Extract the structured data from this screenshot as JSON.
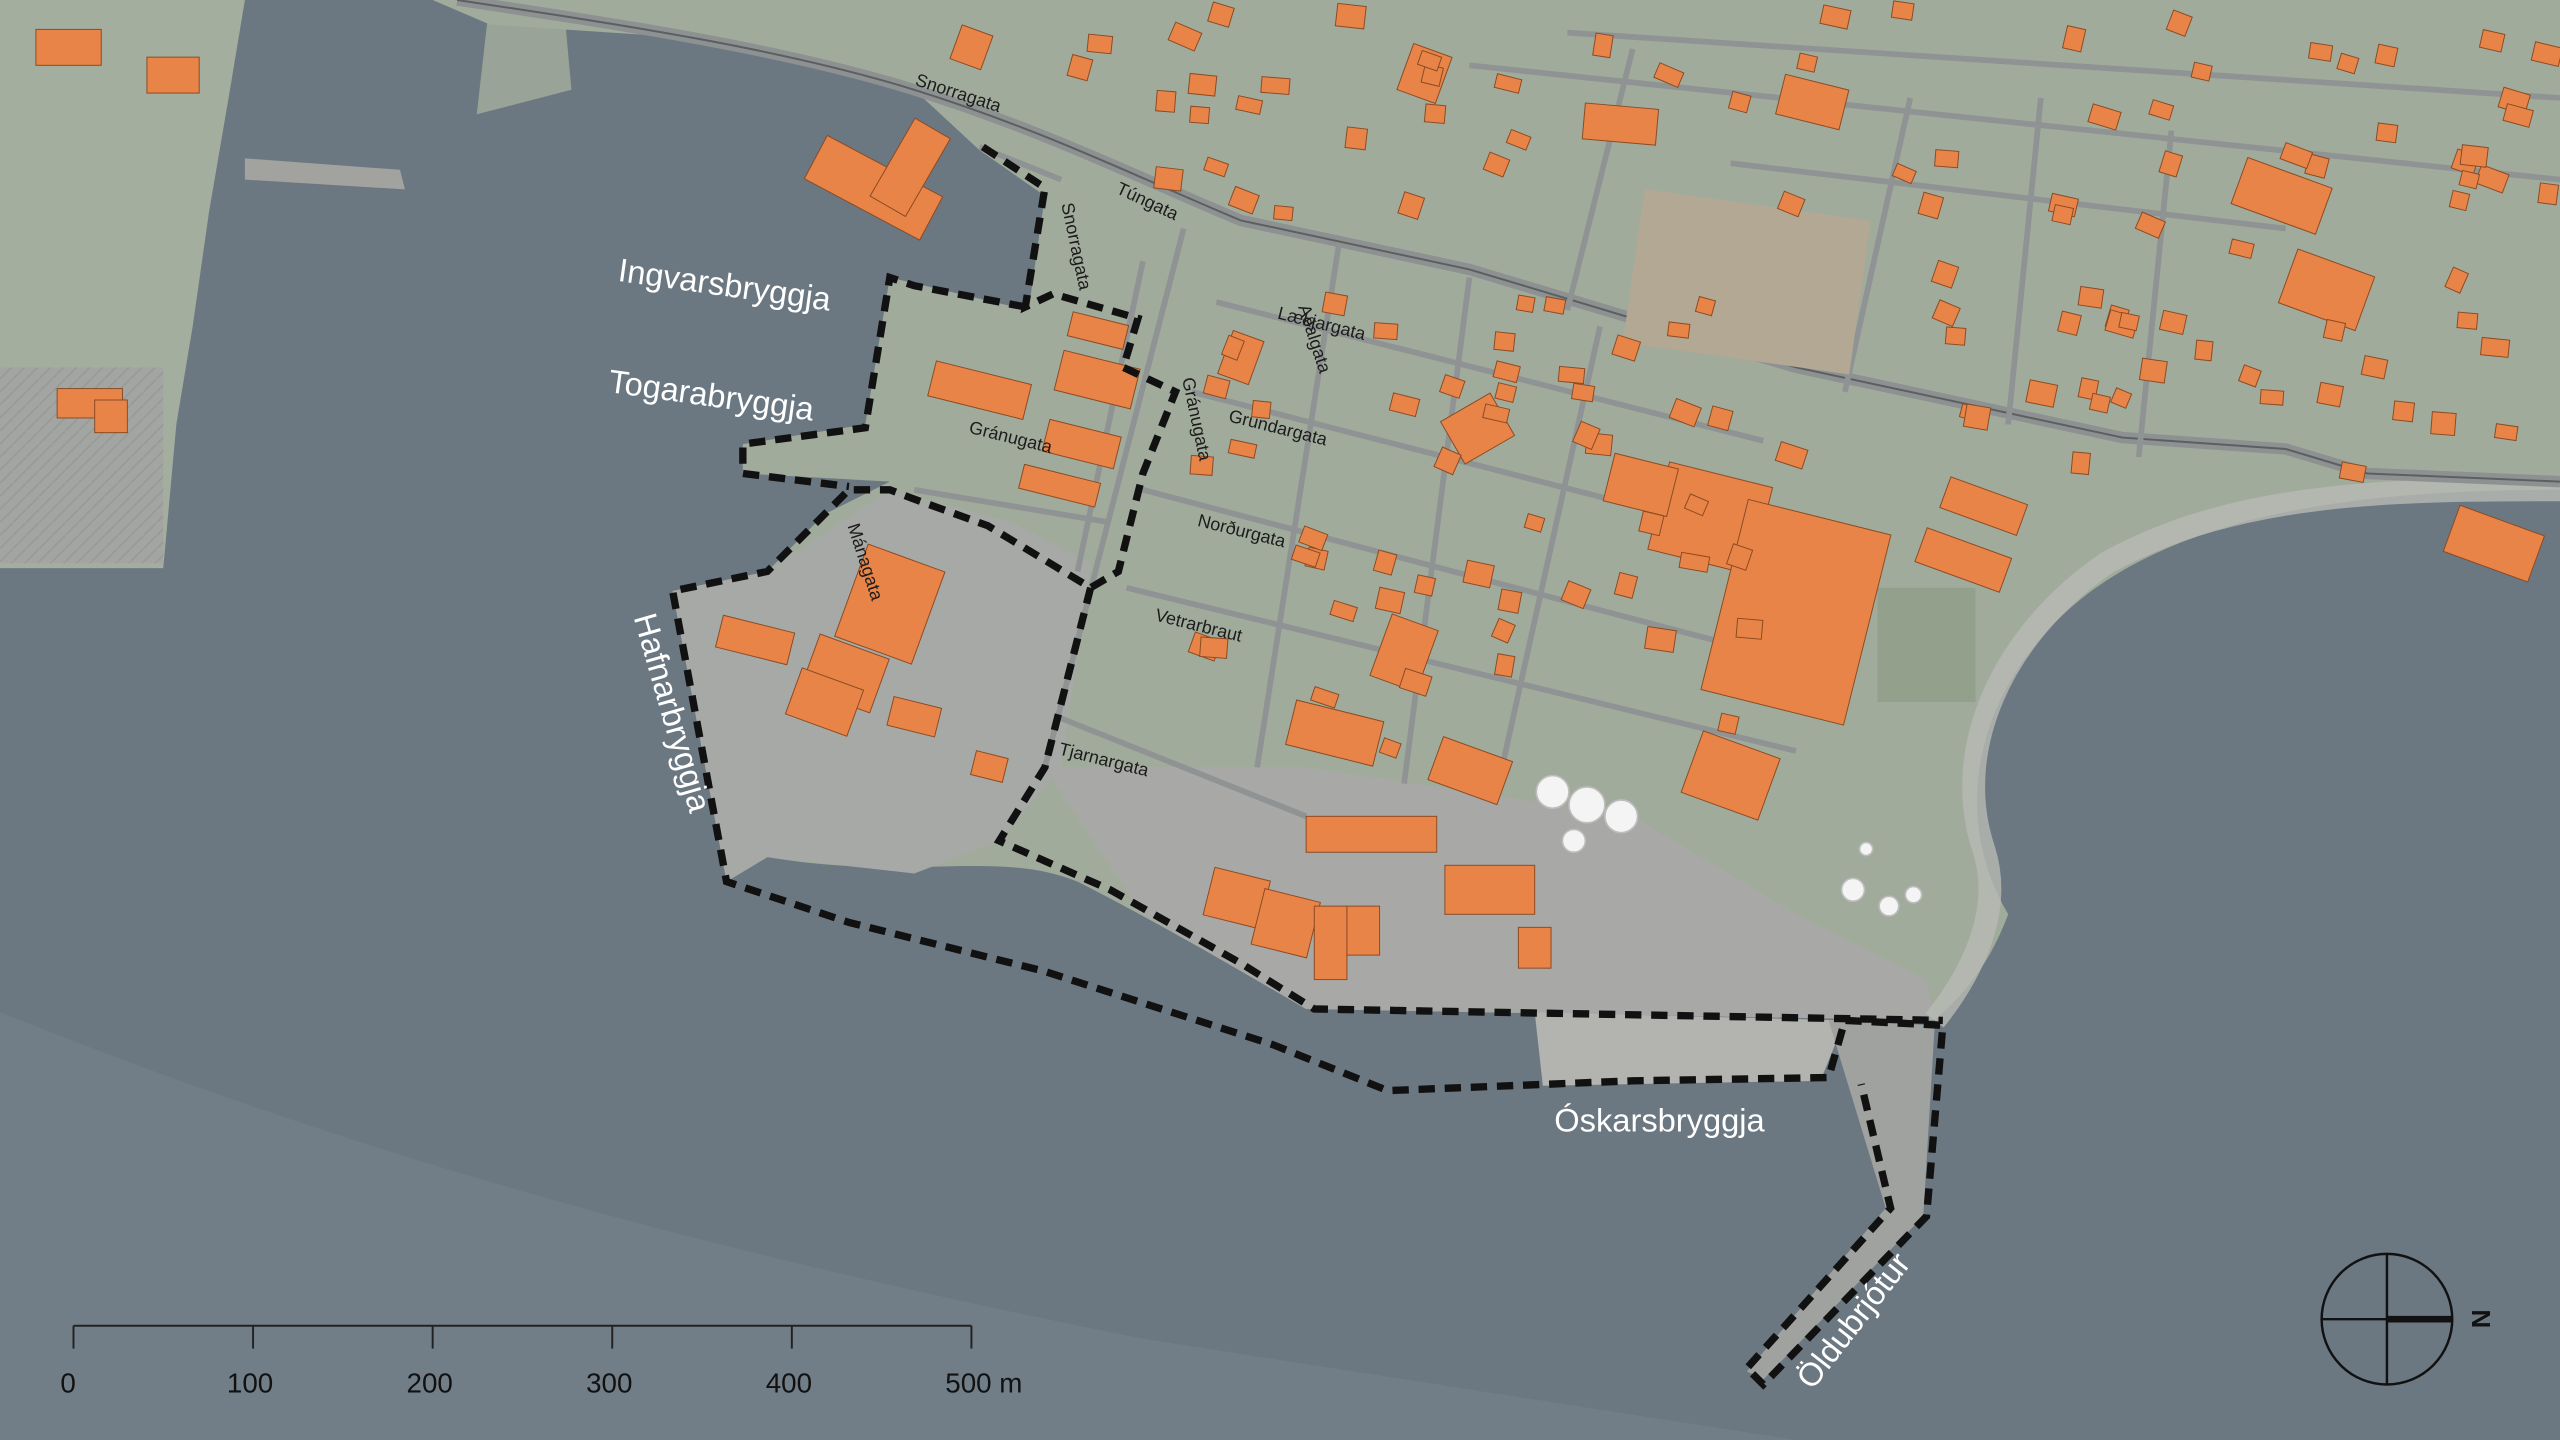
{
  "map": {
    "title": "",
    "colors": {
      "water": "#6b7882",
      "water_light": "#7a8690",
      "land": "#9aa89a",
      "land_light": "#a9b3a6",
      "paved": "#a6a8a6",
      "road": "#8a8f90",
      "building": "#e98448",
      "building_stroke": "#7a3a16",
      "boundary": "#111111",
      "label_white": "#ffffff",
      "tank": "#f2f2f2"
    },
    "pier_labels": [
      {
        "id": "ingvarsbryggja",
        "text": "Ingvarsbryggja"
      },
      {
        "id": "togarabryggja",
        "text": "Togarabryggja"
      },
      {
        "id": "hafnarbryggja",
        "text": "Hafnarbryggja"
      },
      {
        "id": "oskarsbryggja",
        "text": "Óskarsbryggja"
      },
      {
        "id": "oldubrjotur",
        "text": "Öldubrjótur"
      }
    ],
    "street_labels": [
      {
        "id": "snorragata",
        "text": "Snorragata"
      },
      {
        "id": "tungata",
        "text": "Túngata"
      },
      {
        "id": "snorragata-2",
        "text": "Snorragata"
      },
      {
        "id": "laekjargata",
        "text": "Lækjargata"
      },
      {
        "id": "adalgata",
        "text": "Aðalgata"
      },
      {
        "id": "granugata-vertical",
        "text": "Gránugata"
      },
      {
        "id": "grundargata",
        "text": "Grundargata"
      },
      {
        "id": "granugata",
        "text": "Gránugata"
      },
      {
        "id": "nordurgata",
        "text": "Norðurgata"
      },
      {
        "id": "managata",
        "text": "Mánagata"
      },
      {
        "id": "vetrarbraut",
        "text": "Vetrarbraut"
      },
      {
        "id": "tjarnargata",
        "text": "Tjarnargata"
      }
    ],
    "scale_bar": {
      "labels": [
        "0",
        "100",
        "200",
        "300",
        "400",
        "500 m"
      ]
    },
    "north_arrow": {
      "label": "N",
      "icon": "north-arrow-icon"
    }
  }
}
